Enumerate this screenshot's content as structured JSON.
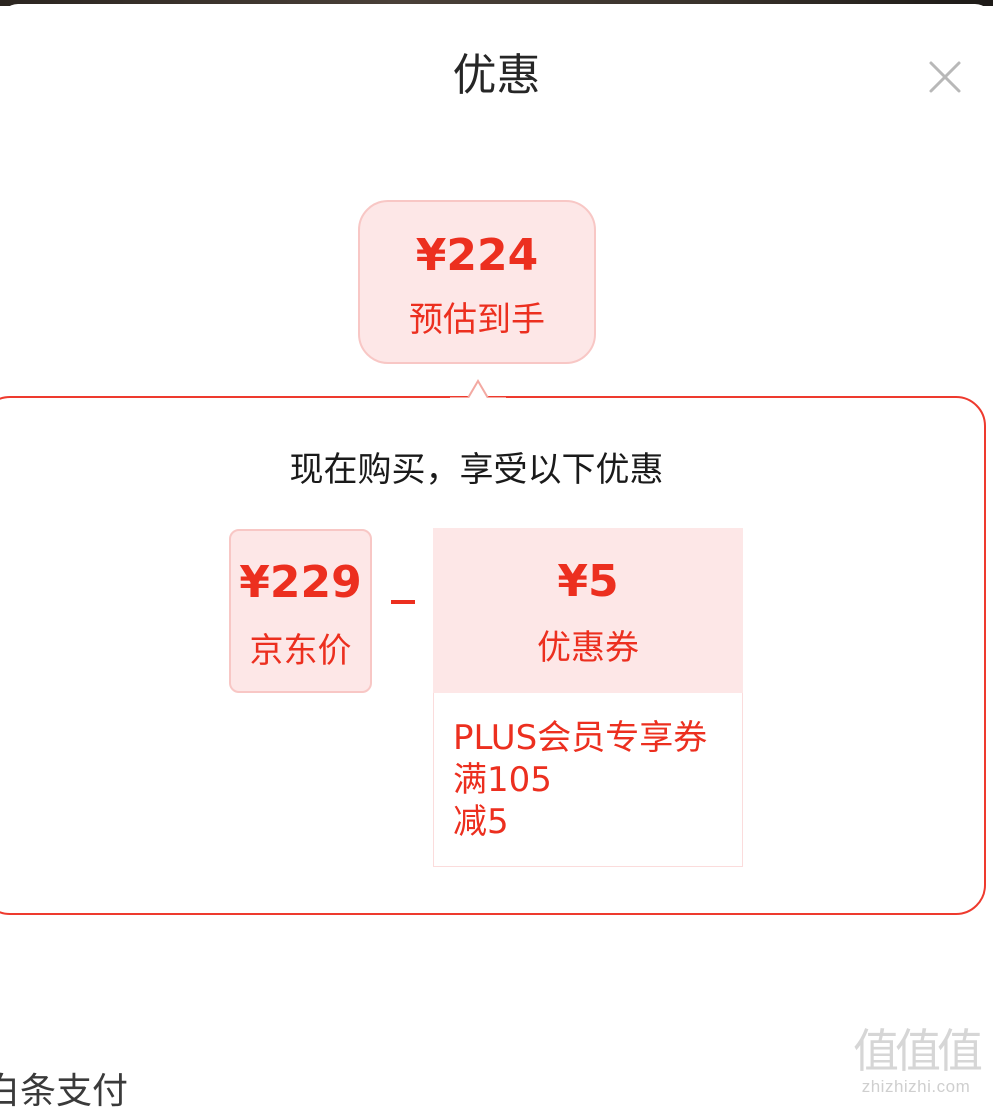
{
  "dialog": {
    "title": "优惠"
  },
  "estimate": {
    "price": "¥224",
    "label": "预估到手"
  },
  "detail": {
    "heading": "现在购买，享受以下优惠",
    "jd_price": {
      "value": "¥229",
      "label": "京东价"
    },
    "operator": "-",
    "coupon": {
      "value": "¥5",
      "label": "优惠券",
      "description_lines": [
        "PLUS会员专享券",
        "满105",
        "减5"
      ]
    }
  },
  "footer": {
    "partial_text": "白条支付"
  },
  "watermark": {
    "mark": "值值值",
    "url": "zhizhizhi.com"
  },
  "colors": {
    "accent": "#ec2f1f",
    "card_bg": "#fde7e7",
    "card_border": "#f8c7c5",
    "box_border": "#ee3a2e"
  },
  "icons": {
    "close": "close-icon"
  }
}
